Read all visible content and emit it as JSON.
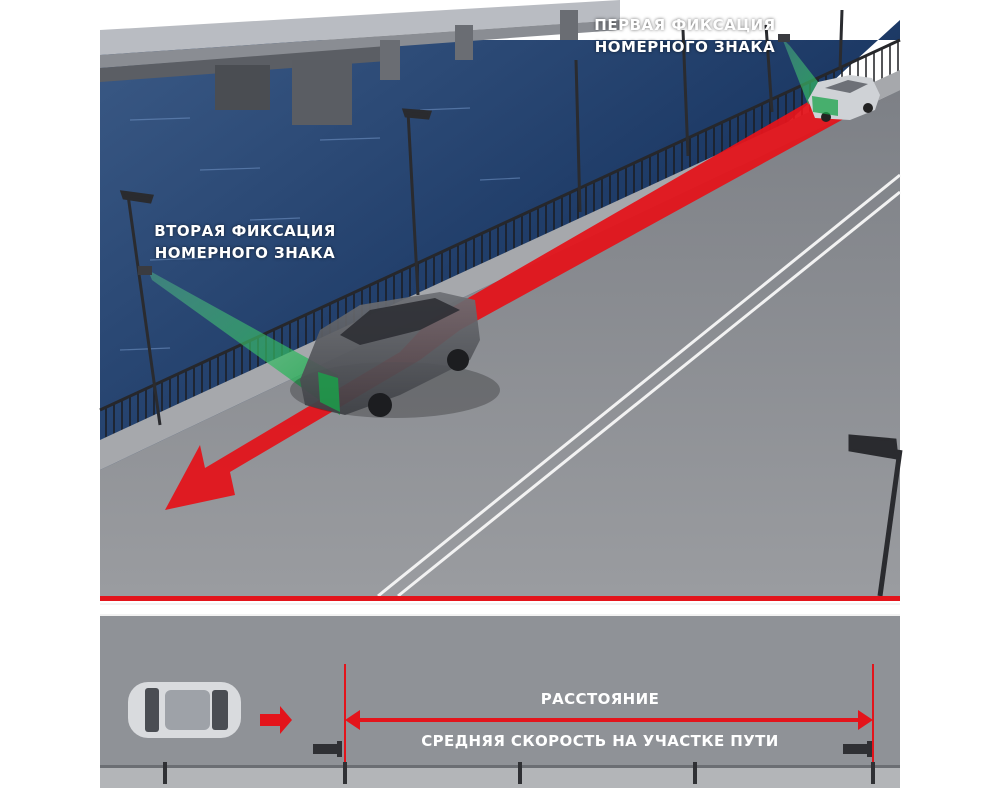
{
  "labels": {
    "first_capture": [
      "ПЕРВАЯ ФИКСАЦИЯ",
      "НОМЕРНОГО ЗНАКА"
    ],
    "second_capture": [
      "ВТОРАЯ ФИКСАЦИЯ",
      "НОМЕРНОГО ЗНАКА"
    ]
  },
  "plan": {
    "distance_label": "РАССТОЯНИЕ",
    "speed_label": "СРЕДНЯЯ СКОРОСТЬ НА УЧАСТКЕ ПУТИ"
  },
  "colors": {
    "accent_red": "#e3141b",
    "camera_beam": "#35c46a",
    "road": "#8e9196",
    "water": "#1f3d6a"
  }
}
